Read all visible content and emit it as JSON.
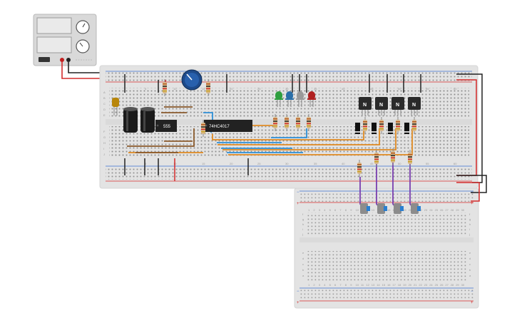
{
  "canvas": {
    "title": ""
  },
  "power_supply": {
    "name": "Power supply",
    "knob_voltage": "voltage-knob",
    "knob_current": "current-knob",
    "terminal_neg": "negative-terminal",
    "terminal_pos": "positive-terminal"
  },
  "chips": {
    "timer": "555",
    "counter": "74HC4017"
  },
  "transistors": [
    "N",
    "N",
    "N",
    "N"
  ],
  "leds": [
    {
      "color": "#2e9e3e",
      "name": "green"
    },
    {
      "color": "#2a6fa8",
      "name": "blue"
    },
    {
      "color": "#9a9a9a",
      "name": "grey"
    },
    {
      "color": "#b02020",
      "name": "red"
    }
  ],
  "main_board": {
    "column_numbers": [
      "5",
      "10",
      "15",
      "20",
      "25",
      "30",
      "35",
      "40",
      "45",
      "50",
      "55",
      "60"
    ],
    "row_letters_top": [
      "A",
      "B",
      "C",
      "D",
      "E"
    ],
    "row_letters_bottom": [
      "F",
      "G",
      "H",
      "I",
      "J"
    ]
  },
  "lower_board": {
    "column_numbers": [
      "1",
      "2",
      "3",
      "4",
      "5",
      "6",
      "7",
      "8",
      "9",
      "10",
      "11",
      "12",
      "13",
      "14",
      "15",
      "16",
      "17",
      "18",
      "19",
      "20",
      "21",
      "22",
      "23",
      "24",
      "25",
      "26",
      "27",
      "28",
      "29",
      "30"
    ],
    "row_letters_a": [
      "a",
      "b",
      "c",
      "d",
      "e"
    ],
    "row_letters_f": [
      "f",
      "g",
      "h",
      "i",
      "j"
    ],
    "rail_minus": "−",
    "rail_plus": "+"
  },
  "colors": {
    "board": "#e3e3e3",
    "rail_red": "#d42b2b",
    "rail_blue": "#3b6fd1",
    "wire_black": "#222222",
    "wire_orange": "#e08a22",
    "wire_blue": "#2e8fd6",
    "wire_brown": "#8a5a2c",
    "wire_purple": "#7a3fb0"
  }
}
